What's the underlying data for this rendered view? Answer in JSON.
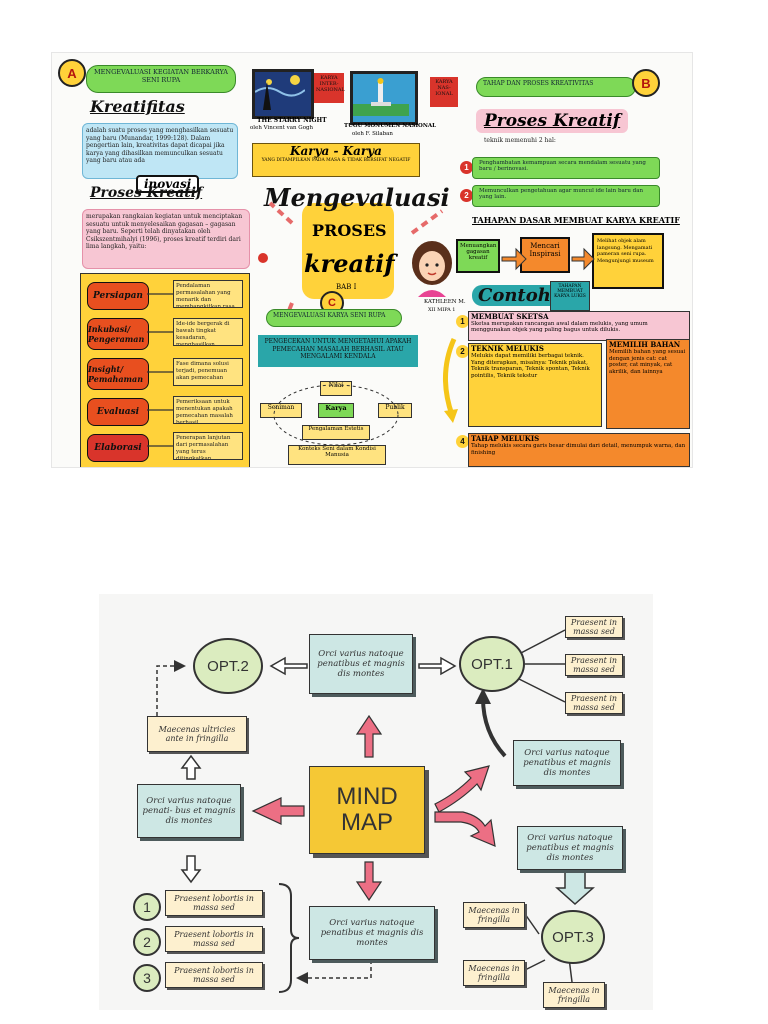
{
  "panel1": {
    "badge_a": "A",
    "badge_b": "B",
    "banner_left": "MENGEVALUASI KEGIATAN BERKARYA SENI RUPA",
    "kreatifitas": {
      "title": "Kreatifitas",
      "text": "adalah suatu proses yang menghasilkan sesuatu yang baru (Munandar, 1999:128). Dalam pengertian lain, kreativitas dapat dicapai jika karya yang dihasilkan memunculkan sesuatu yang baru atau ada",
      "inovasi": "inovasi"
    },
    "proses_kreatif_left": {
      "title": "Proses Kreatif",
      "text": "merupakan rangkaian kegiatan untuk menciptakan sesuatu untuk menyelesaikan gagasan – gagasan yang baru. Seperti telah dinyatakan oleh Csikszentmihalyi (1996), proses kreatif terdiri dari lima langkah, yaitu:"
    },
    "steps": [
      {
        "label": "Persiapan",
        "desc": "Pendalaman permasalahan yang menarik dan membangkitkan rasa ingin tahu"
      },
      {
        "label": "Inkubasi/ Pengeraman",
        "desc": "Ide-ide bergerak di bawah tingkat kesadaran, menghasilkan hubungan-hubungan tertentu"
      },
      {
        "label": "Insight/ Pemahaman",
        "desc": "Fase dimana solusi terjadi, penemuan akan pemecahan"
      },
      {
        "label": "Evaluasi",
        "desc": "Pemeriksaan untuk menentukan apakah pemecahan masalah berhasil menyelesaikan"
      },
      {
        "label": "Elaborasi",
        "desc": "Penerapan lanjutan dari permasalahan yang terus ditingkatkan"
      }
    ],
    "painting1_caption": "THE STARRY NIGHT",
    "painting1_author": "oleh Vincent van Gogh",
    "painting1_tag": "KARYA INTER- NASIONAL",
    "painting2_caption": "TUGU MONUMEN NASIONAL",
    "painting2_author": "oleh F. Silaban",
    "painting2_tag": "KARYA NAS- IONAL",
    "karya_banner": "Karya - Karya",
    "karya_sub": "YANG DITAMPILKAN PADA MASA & TIDAK BERSIFAT NEGATIF",
    "center_title_1": "Mengevaluasi",
    "center_title_2": "PROSES",
    "center_title_3": "kreatif",
    "bab": "BAB I",
    "author": "KATHLEEN M.",
    "author_info": "XII MIPA 1",
    "badge_c": "C",
    "banner_c": "MENGEVALUASI KARYA SENI RUPA",
    "ribbon_c": "PENGECEKAN UNTUK MENGETAHUI APAKAH PEMECAHAN MASALAH BERHASIL ATAU MENGALAMI KENDALA",
    "cycle": [
      "Nilai",
      "Seniman",
      "Karya",
      "Publik",
      "Pengalaman Estetis"
    ],
    "cycle_bottom": "Konteks Seni dalam Kondisi Manusia",
    "tahap_banner": "TAHAP DAN PROSES KREATIVITAS",
    "proses_kreatif_right": "Proses Kreatif",
    "pk_sub": "teknik memenuhi 2 hal:",
    "pk_items": [
      "Penghambatan kemampuan secara mendalam sesuatu yang baru / berinovasi.",
      "Memunculkan pengetahuan agar muncul ide lain baru dan yang lain."
    ],
    "tahapan_title": "TAHAPAN DASAR MEMBUAT KARYA KREATIF",
    "tahapan_boxes": [
      "Menuangkan gagasan kreatif",
      "Mencari Inspirasi",
      "Melihat objek alam langsung. Mengamati pameran seni rupa. Mengunjungi museum"
    ],
    "contoh": "Contoh:",
    "contoh_tag": "TAHAPAN MEMBUAT KARYA LUKIS",
    "sketsa_title": "MEMBUAT SKETSA",
    "sketsa_text": "Sketsa merupakan rancangan awal dalam melukis, yang umum menggunakan objek yang paling bagus untuk dilukis.",
    "teknik_title": "TEKNIK MELUKIS",
    "teknik_text": "Melukis dapat memiliki berbagai teknik. Yang diterapkan, misalnya: Teknik plakat, Teknik transparan, Teknik spontan, Teknik pointilis, Teknik tekstur",
    "bahan_title": "MEMILIH BAHAN",
    "bahan_text": "Memilih bahan yang sesuai dengan jenis cat: cat poster, cat minyak, cat akrilik, dan lainnya",
    "melukis_title": "TAHAP MELUKIS",
    "melukis_text": "Tahap melukis secara garis besar dimulai dari detail, menumpuk warna, dan finishing",
    "num_1": "1",
    "num_2": "2",
    "num_4": "4"
  },
  "panel2": {
    "center": "MIND MAP",
    "opt2": "OPT.2",
    "opt1": "OPT.1",
    "opt3": "OPT.3",
    "top_box": "Orci varius natoque penatibus et magnis dis montes",
    "left_box": "Orci varius natoque penati- bus et magnis dis montes",
    "left_cream": "Maecenas ultricies ante in fringilla",
    "right_box1": "Orci varius natoque penatibus et magnis dis montes",
    "right_box2": "Orci varius natoque penatibus et magnis dis montes",
    "bottom_box": "Orci varius natoque penatibus et magnis dis montes",
    "opt1_items": [
      "Praesent in massa sed",
      "Praesent in massa sed",
      "Praesent in massa sed"
    ],
    "opt3_items": [
      "Maecenas in fringilla",
      "Maecenas in fringilla",
      "Maecenas in fringilla"
    ],
    "numbered": [
      {
        "num": "1",
        "text": "Praesent lobortis in massa sed"
      },
      {
        "num": "2",
        "text": "Praesent lobortis in massa sed"
      },
      {
        "num": "3",
        "text": "Praesent lobortis in massa sed"
      }
    ]
  }
}
